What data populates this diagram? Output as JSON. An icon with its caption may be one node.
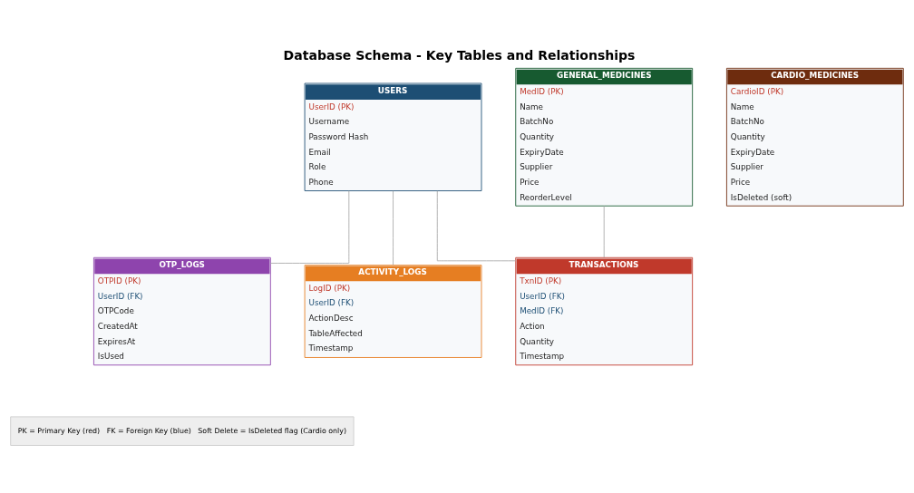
{
  "diagram": {
    "title": "Database Schema - Key Tables and Relationships",
    "nodes": [
      {
        "text": [
          "USERS",
          "UserID (PK)",
          "Username",
          "Password Hash",
          "Email",
          "Role",
          "Phone"
        ]
      },
      {
        "text": [
          "GENERAL_MEDICINES",
          "MedID (PK)",
          "Name",
          "BatchNo",
          "Quantity",
          "ExpiryDate",
          "Supplier",
          "Price",
          "ReorderLevel"
        ]
      },
      {
        "text": [
          "CARDIO_MEDICINES",
          "CardioID (PK)",
          "Name",
          "BatchNo",
          "Quantity",
          "ExpiryDate",
          "Supplier",
          "Price",
          "IsDeleted (soft)"
        ]
      },
      {
        "text": [
          "OTP_LOGS",
          "OTPID (PK)",
          "UserID (FK)",
          "OTPCode",
          "CreatedAt",
          "ExpiresAt",
          "IsUsed"
        ]
      },
      {
        "text": [
          "TRANSACTIONS",
          "TxnID (PK)",
          "UserID (FK)",
          "MedID (FK)",
          "Action",
          "Quantity",
          "Timestamp"
        ]
      },
      {
        "text": [
          "ACTIVITY_LOGS",
          "LogID (PK)",
          "UserID (FK)",
          "ActionDesc",
          "TableAffected",
          "Timestamp"
        ]
      }
    ],
    "edges": [
      {
        "from": 0,
        "to": 3,
        "arrow": "none"
      },
      {
        "from": 0,
        "to": 4,
        "arrow": "none"
      },
      {
        "from": 0,
        "to": 5,
        "arrow": "none"
      },
      {
        "from": 1,
        "to": 4,
        "arrow": "none"
      }
    ],
    "labels": [
      "PK = Primary Key (red)   FK = Foreign Key (blue)   Soft Delete = IsDeleted flag (Cardio only)"
    ]
  }
}
